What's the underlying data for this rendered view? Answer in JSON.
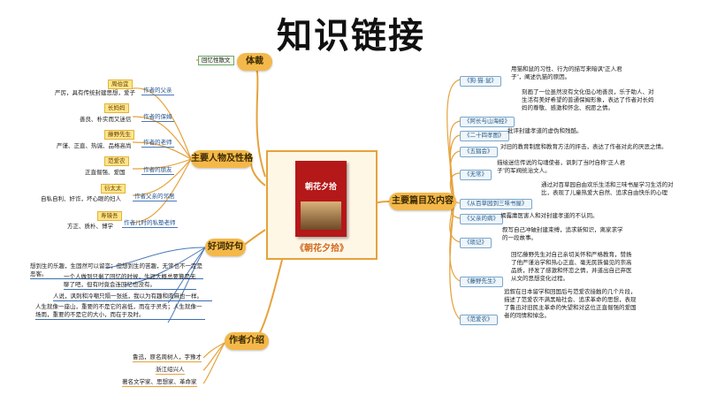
{
  "title": "知识链接",
  "center": {
    "book_cover_title": "朝花夕拾",
    "caption": "《朝花夕拾》"
  },
  "branches": {
    "genre": "体裁",
    "characters": "主要人物及性格",
    "quotes": "好词好句",
    "author": "作者介绍",
    "chapters": "主要篇目及内容"
  },
  "genre_item": "回忆性散文",
  "characters_list": [
    {
      "name": "周伯宜",
      "role": "作者的父亲",
      "trait": "严厉，具有传统封建思想，爱子"
    },
    {
      "name": "长妈妈",
      "role": "作者的保姆",
      "trait": "善良、朴实而又迷信"
    },
    {
      "name": "藤野先生",
      "role": "作者的老师",
      "trait": "严谨、正直、热诚、品格高尚"
    },
    {
      "name": "范爱农",
      "role": "作者的朋友",
      "trait": "正直倔强、爱国"
    },
    {
      "name": "衍太太",
      "role": "作者父亲的邻居",
      "trait": "自私自利、奸诈，坏心眼的妇人"
    },
    {
      "name": "寿镜吾",
      "role": "作者儿时的私塾老师",
      "trait": "方正、质朴、博学"
    }
  ],
  "quotes_list": [
    "想到生的乐趣，生固然可以留恋；但想到生的苦趣，无常也不一定是恶客。",
    "一个人做到只剩了回忆的时候，生涯大概总要算是无聊了吧，但有时竟会连回忆也没有。",
    "人说，讽刺和冷嘲只隔一张纸，我以为有趣和肉麻也一样。",
    "人生就像一座山，重要的不是它的高低，而在于灵秀；人生就像一场雨，重要的不是它的大小，而在于及时。"
  ],
  "author_list": [
    "鲁迅，原名周树人，字豫才",
    "浙江绍兴人",
    "著名文学家、思想家、革命家"
  ],
  "chapters_list": [
    {
      "title": "《狗·猫·鼠》",
      "content": "用猫和鼠的习性、行为的描写来暗讽“正人君子”，阐述仇猫的原因。"
    },
    {
      "title": "《阿长与山海经》",
      "content": "刻画了一位虽然没有文化但心地善良，乐于助人、对生活有美好希望的普通保姆形象，表达了作者对长妈妈的尊敬、感激和怀念、祝愿之情。"
    },
    {
      "title": "《二十四孝图》",
      "content": "批评封建孝道的虚伪和残酷。"
    },
    {
      "title": "《五猖会》",
      "content": "对旧的教育制度和教育方法的抨击，表达了作者对此的厌恶之情。"
    },
    {
      "title": "《无常》",
      "content": "描绘迷信传说的勾魂使者，讽刺了当时自称“正人君子”的军阀统治文人。"
    },
    {
      "title": "《从百草园到三味书屋》",
      "content": "通过对百草园自由欢乐生活和三味书屋学习生活的对比，表现了儿童热爱大自然、追求自由快乐的心理"
    },
    {
      "title": "《父亲的病》",
      "content": "揭露庸医害人和对封建孝道的不认同。"
    },
    {
      "title": "《琐记》",
      "content": "叙写自己冲破封建束缚，追求新知识，离家求学的一段故事。"
    },
    {
      "title": "《藤野先生》",
      "content": "回忆藤野先生对自己亲切关怀和严格教育，赞扬了他严谨治学和热心正直、毫无民族偏见的崇高品质，抒发了感激和怀恋之情，并道出自己弃医从文的思想变化过程。"
    },
    {
      "title": "《范爱农》",
      "content": "追叙在日本留学和回国后与范爱农接触的几个片段，描述了范爱农不满黑暗社会、追求革命的思想，表现了鲁迅对旧民主革命的失望和对这位正直倔强的爱国者的同情和悼念。"
    }
  ],
  "colors": {
    "branch": "#f4b84a",
    "line_orange": "#e6a23c",
    "line_blue": "#4a78b8",
    "line_green": "#69a86a"
  }
}
